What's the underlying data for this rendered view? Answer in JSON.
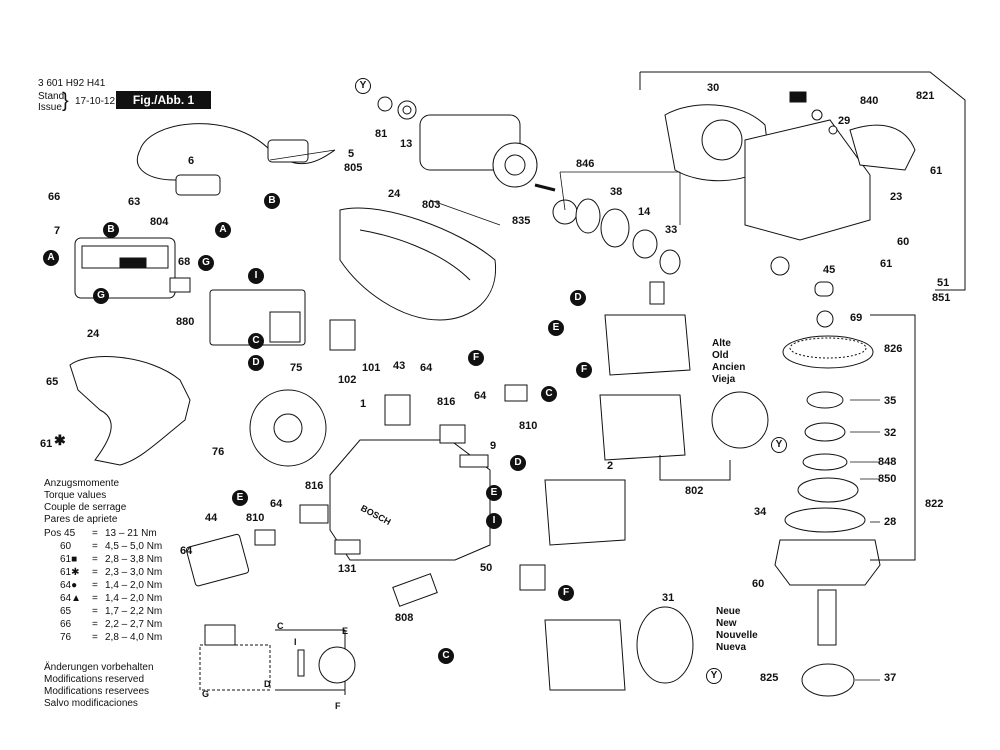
{
  "header": {
    "part_number": "3 601 H92 H41",
    "stand_label": "Stand",
    "issue_label": "Issue",
    "date": "17-10-12",
    "fig_label": "Fig./Abb. 1"
  },
  "variants": {
    "old": [
      "Alte",
      "Old",
      "Ancien",
      "Vieja"
    ],
    "new": [
      "Neue",
      "New",
      "Nouvelle",
      "Nueva"
    ]
  },
  "torque": {
    "heading": [
      "Anzugsmomente",
      "Torque values",
      "Couple de serrage",
      "Pares de apriete"
    ],
    "rows": [
      {
        "pos": "Pos 45",
        "eq": "=",
        "value": "13 – 21 Nm"
      },
      {
        "pos": "60",
        "eq": "=",
        "value": "4,5 – 5,0 Nm"
      },
      {
        "pos": "61■",
        "eq": "=",
        "value": "2,8 – 3,8 Nm"
      },
      {
        "pos": "61✱",
        "eq": "=",
        "value": "2,3 – 3,0 Nm"
      },
      {
        "pos": "64●",
        "eq": "=",
        "value": "1,4 – 2,0 Nm"
      },
      {
        "pos": "64▲",
        "eq": "=",
        "value": "1,4 – 2,0 Nm"
      },
      {
        "pos": "65",
        "eq": "=",
        "value": "1,7 – 2,2 Nm"
      },
      {
        "pos": "66",
        "eq": "=",
        "value": "2,2 – 2,7 Nm"
      },
      {
        "pos": "76",
        "eq": "=",
        "value": "2,8 – 4,0 Nm"
      }
    ]
  },
  "notice": [
    "Änderungen vorbehalten",
    "Modifications reserved",
    "Modifications reservees",
    "Salvo modificaciones"
  ],
  "wiring_labels": {
    "c": "C",
    "e": "E",
    "i": "I",
    "d": "D",
    "g": "G",
    "f": "F"
  },
  "part_labels": {
    "p81": "81",
    "p13": "13",
    "p5": "5",
    "p805": "805",
    "p6": "6",
    "p66": "66",
    "p63": "63",
    "p7": "7",
    "p804": "804",
    "p68": "68",
    "p880": "880",
    "p24a": "24",
    "p803": "803",
    "p835": "835",
    "p24b": "24",
    "p846": "846",
    "p38": "38",
    "p14": "14",
    "p33": "33",
    "p30": "30",
    "p840": "840",
    "p821": "821",
    "p29": "29",
    "p61a": "61",
    "p23": "23",
    "p60a": "60",
    "p61b": "61",
    "p45": "45",
    "p51": "51",
    "p851": "851",
    "p69": "69",
    "p826": "826",
    "p35": "35",
    "p32": "32",
    "p848": "848",
    "p850": "850",
    "p822": "822",
    "p34": "34",
    "p28": "28",
    "p60b": "60",
    "p825": "825",
    "p37": "37",
    "p65": "65",
    "p61c": "61",
    "p75": "75",
    "p76": "76",
    "p102": "102",
    "p101": "101",
    "p43": "43",
    "p64a": "64",
    "p64b": "64",
    "p816a": "816",
    "p810a": "810",
    "p1": "1",
    "p9": "9",
    "p802": "802",
    "p2": "2",
    "p816b": "816",
    "p810b": "810",
    "p44": "44",
    "p64c": "64",
    "p64d": "64",
    "p131": "131",
    "p808": "808",
    "p50": "50",
    "p31": "31"
  },
  "brand_on_housing": "BOSCH",
  "colors": {
    "ink": "#111111",
    "paper": "#ffffff",
    "bubble": "#111111"
  }
}
